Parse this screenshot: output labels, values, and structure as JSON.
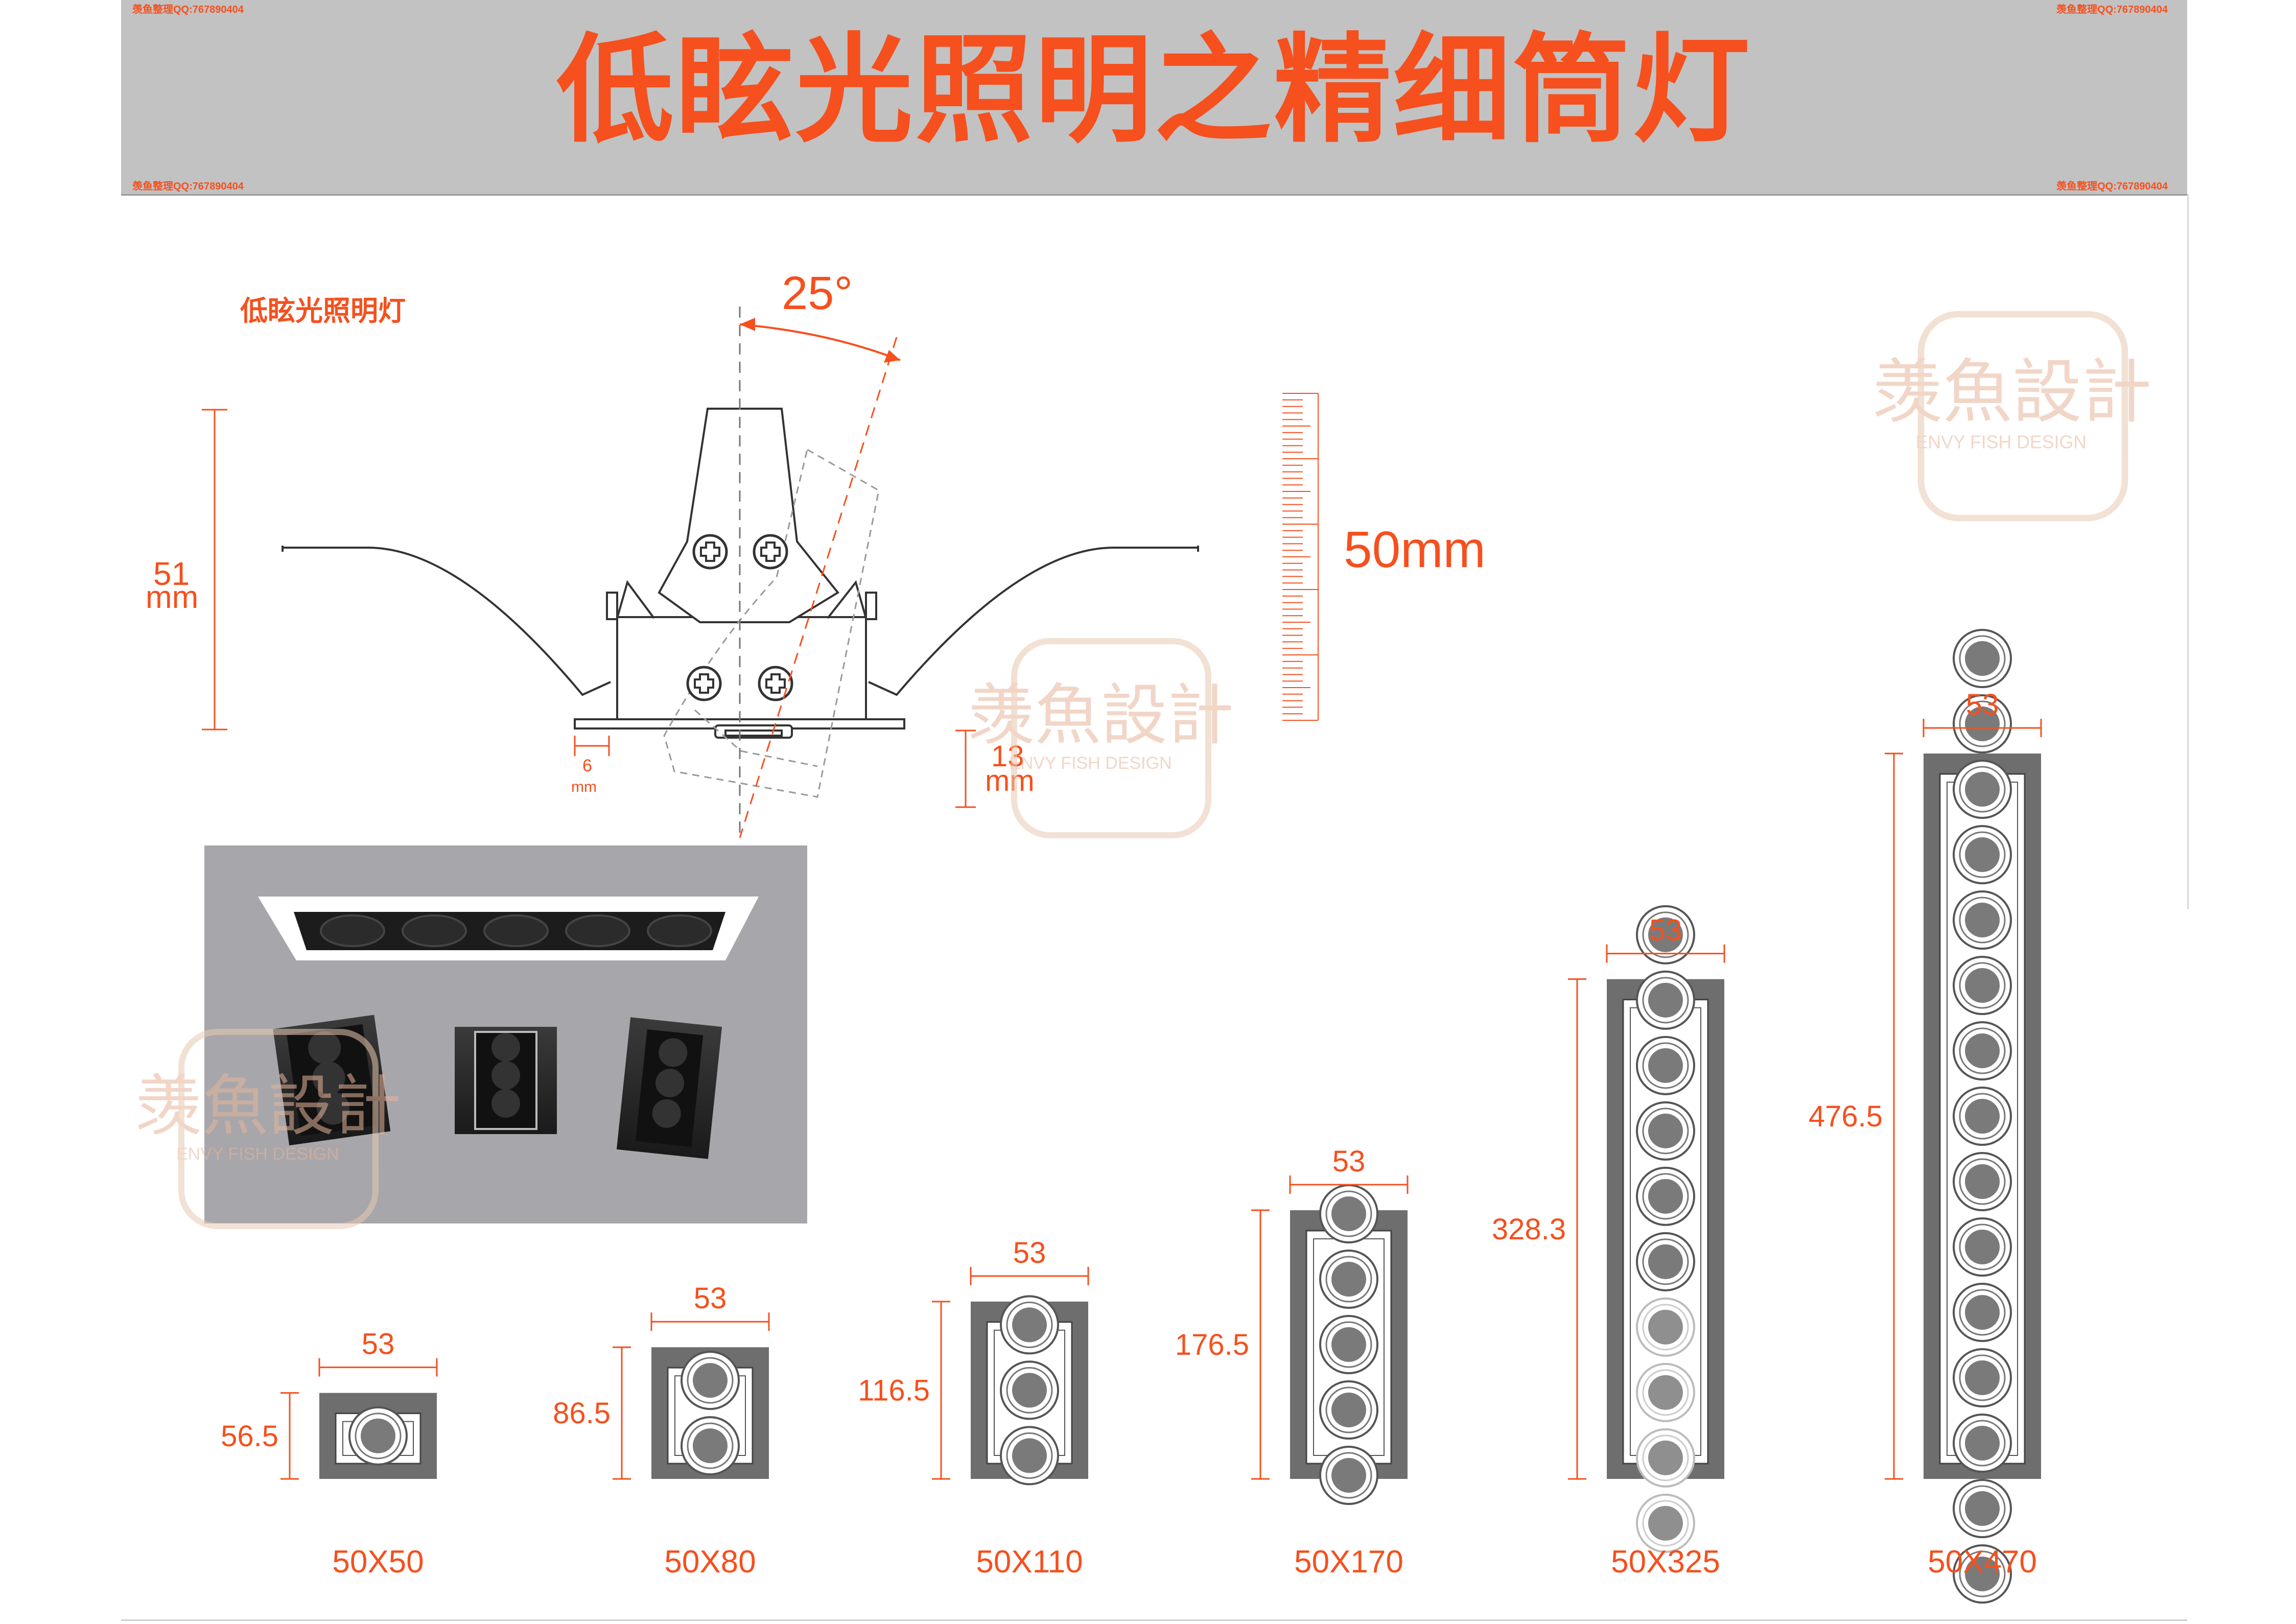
{
  "header": {
    "title": "低眩光照明之精细筒灯",
    "qq_note": "羡鱼整理QQ:767890404"
  },
  "section": {
    "label": "低眩光照明灯"
  },
  "diagram": {
    "angle": "25°",
    "height_value": "51",
    "height_unit": "mm",
    "flange_value": "6",
    "flange_unit": "mm",
    "depth_value": "13",
    "depth_unit": "mm",
    "scale_label": "50mm"
  },
  "watermark": {
    "brand": "羡魚設計",
    "sub": "ENVY FISH DESIGN"
  },
  "colors": {
    "accent": "#f5501e",
    "header_bg": "#c2c2c2",
    "frame": "#6e6e6e",
    "lens": "#7a7a7a",
    "photo_bg": "#a7a6ab"
  },
  "products": [
    {
      "model": "50X50",
      "width": "53",
      "height": "56.5",
      "lenses": 1
    },
    {
      "model": "50X80",
      "width": "53",
      "height": "86.5",
      "lenses": 2
    },
    {
      "model": "50X110",
      "width": "53",
      "height": "116.5",
      "lenses": 3
    },
    {
      "model": "50X170",
      "width": "53",
      "height": "176.5",
      "lenses": 5
    },
    {
      "model": "50X325",
      "width": "53",
      "height": "328.3",
      "lenses": 10
    },
    {
      "model": "50X470",
      "width": "53",
      "height": "476.5",
      "lenses": 15
    }
  ]
}
